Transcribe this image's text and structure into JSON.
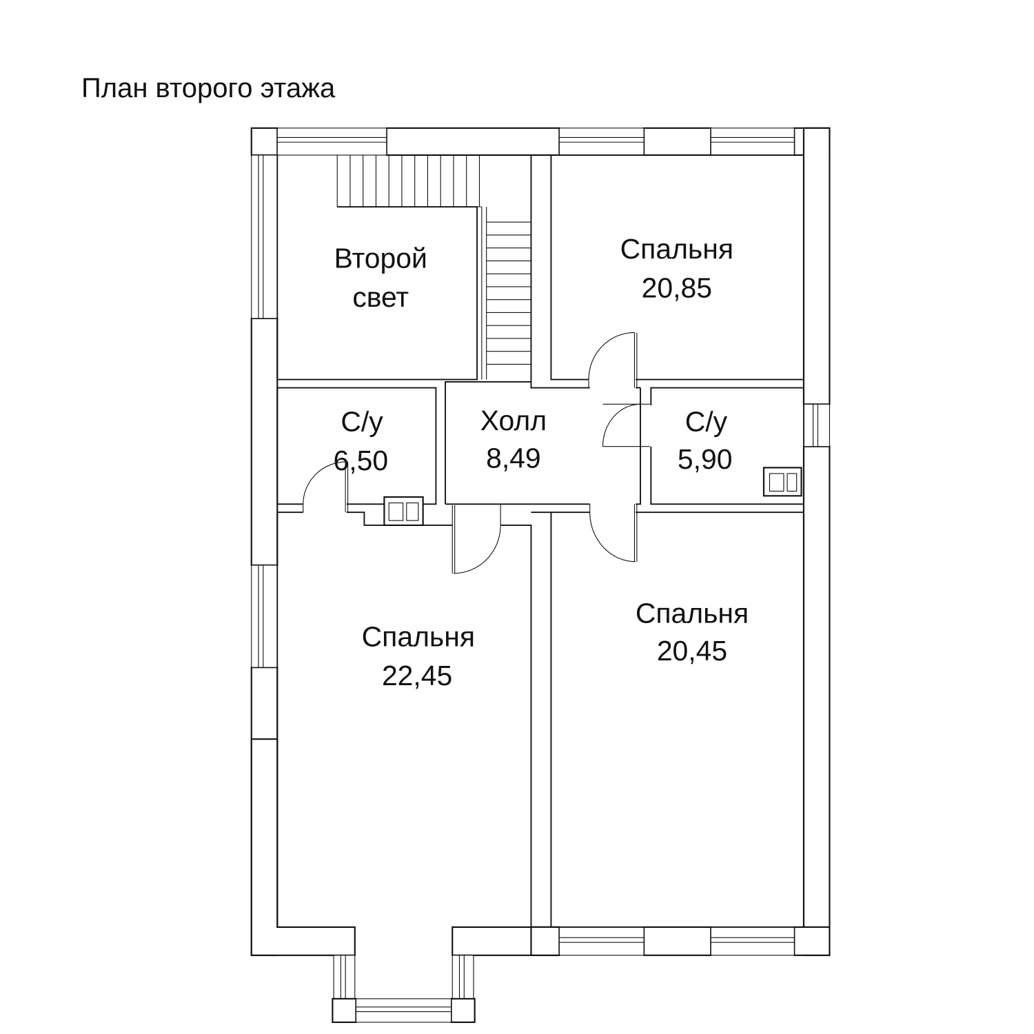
{
  "title": "План второго этажа",
  "rooms": {
    "second_light": {
      "name_line1": "Второй",
      "name_line2": "свет"
    },
    "bedroom_ne": {
      "name": "Спальня",
      "area": "20,85"
    },
    "bath_left": {
      "name": "С/у",
      "area": "6,50"
    },
    "hall": {
      "name": "Холл",
      "area": "8,49"
    },
    "bath_right": {
      "name": "С/у",
      "area": "5,90"
    },
    "bedroom_sw": {
      "name": "Спальня",
      "area": "22,45"
    },
    "bedroom_se": {
      "name": "Спальня",
      "area": "20,45"
    }
  }
}
